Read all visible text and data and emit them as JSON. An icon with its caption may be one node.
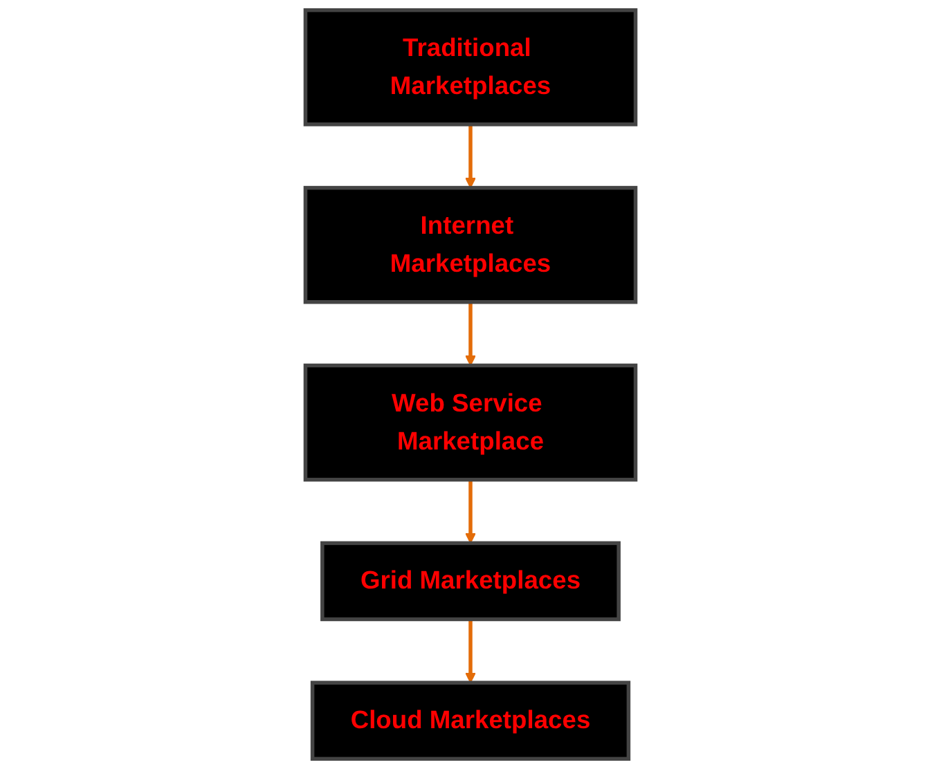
{
  "diagram": {
    "nodes": [
      {
        "text": [
          "Traditional Marketplaces"
        ]
      },
      {
        "text": [
          "Internet Marketplaces"
        ]
      },
      {
        "text": [
          "Web Service Marketplace"
        ]
      },
      {
        "text": [
          "Grid Marketplaces"
        ]
      },
      {
        "text": [
          "Cloud Marketplaces"
        ]
      }
    ],
    "edges": [
      {
        "from": 0,
        "to": 1,
        "arrow": "to"
      },
      {
        "from": 1,
        "to": 2,
        "arrow": "to"
      },
      {
        "from": 2,
        "to": 3,
        "arrow": "to"
      },
      {
        "from": 3,
        "to": 4,
        "arrow": "to"
      }
    ]
  }
}
